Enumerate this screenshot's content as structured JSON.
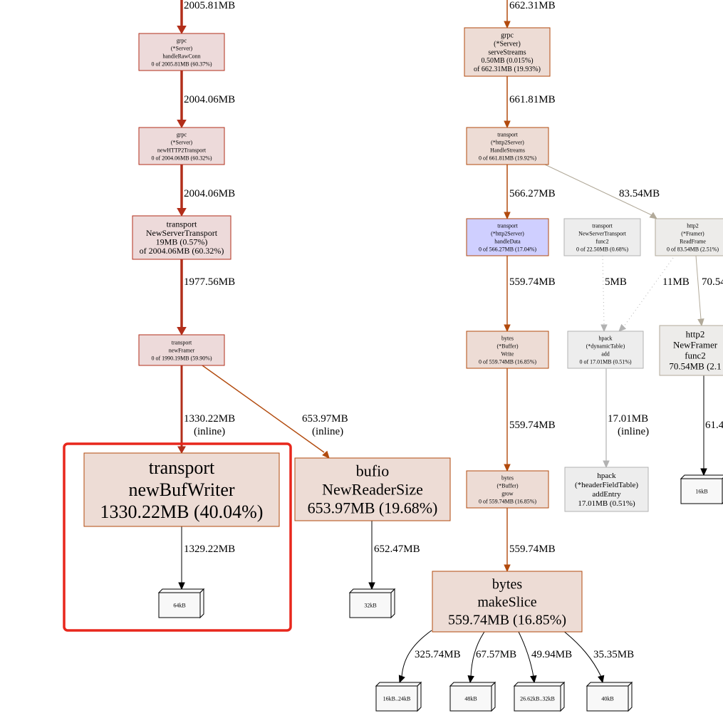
{
  "colors": {
    "hot_edge": "#b22e1a",
    "warm_edge": "#b24a0d",
    "mid_edge": "#b25c1f",
    "cool_edge": "#b2aa9a",
    "cool_dotted": "#b2b2b2",
    "grey_edge": "#b2b2b2",
    "black_edge": "#000000",
    "hot_fill": "#eddada",
    "hot_border": "#b22e1a",
    "warm_fill": "#eddcd5",
    "warm_border": "#b24a0d",
    "blue_fill": "#cfcfff",
    "cool_fill": "#edecea",
    "cool_border": "#b2aa9a",
    "grey_fill": "#ededed",
    "grey_border": "#b2b2b2",
    "highlight": "#e8271c"
  },
  "nodes": [
    {
      "id": "n_handleRawConn",
      "lines": [
        "grpc",
        "(*Server)",
        "handleRawConn",
        "0 of 2005.81MB (60.37%)"
      ]
    },
    {
      "id": "n_newHTTP2Transport",
      "lines": [
        "grpc",
        "(*Server)",
        "newHTTP2Transport",
        "0 of 2004.06MB (60.32%)"
      ]
    },
    {
      "id": "n_NewServerTransport",
      "lines": [
        "transport",
        "NewServerTransport",
        "19MB (0.57%)",
        "of 2004.06MB (60.32%)"
      ]
    },
    {
      "id": "n_newFramer",
      "lines": [
        "transport",
        "newFramer",
        "0 of 1990.19MB (59.90%)"
      ]
    },
    {
      "id": "n_newBufWriter",
      "lines": [
        "transport",
        "newBufWriter",
        "1330.22MB (40.04%)"
      ]
    },
    {
      "id": "n_NewReaderSize",
      "lines": [
        "bufio",
        "NewReaderSize",
        "653.97MB (19.68%)"
      ]
    },
    {
      "id": "n_serveStreams",
      "lines": [
        "grpc",
        "(*Server)",
        "serveStreams",
        "0.50MB (0.015%)",
        "of 662.31MB (19.93%)"
      ]
    },
    {
      "id": "n_HandleStreams",
      "lines": [
        "transport",
        "(*http2Server)",
        "HandleStreams",
        "0 of 661.81MB (19.92%)"
      ]
    },
    {
      "id": "n_handleData",
      "lines": [
        "transport",
        "(*http2Server)",
        "handleData",
        "0 of 566.27MB (17.04%)"
      ]
    },
    {
      "id": "n_func2",
      "lines": [
        "transport",
        "NewServerTransport",
        "func2",
        "0 of 22.50MB (0.68%)"
      ]
    },
    {
      "id": "n_ReadFrame",
      "lines": [
        "http2",
        "(*Framer)",
        "ReadFrame",
        "0 of 83.54MB (2.51%)"
      ]
    },
    {
      "id": "n_BufferWrite",
      "lines": [
        "bytes",
        "(*Buffer)",
        "Write",
        "0 of 559.74MB (16.85%)"
      ]
    },
    {
      "id": "n_dynTableAdd",
      "lines": [
        "hpack",
        "(*dynamicTable)",
        "add",
        "0 of 17.01MB (0.51%)"
      ]
    },
    {
      "id": "n_NewFramerFunc2",
      "lines": [
        "http2",
        "NewFramer",
        "func2",
        "70.54MB (2.1"
      ]
    },
    {
      "id": "n_BufferGrow",
      "lines": [
        "bytes",
        "(*Buffer)",
        "grow",
        "0 of 559.74MB (16.85%)"
      ]
    },
    {
      "id": "n_addEntry",
      "lines": [
        "hpack",
        "(*headerFieldTable)",
        "addEntry",
        "17.01MB (0.51%)"
      ]
    },
    {
      "id": "n_makeSlice",
      "lines": [
        "bytes",
        "makeSlice",
        "559.74MB (16.85%)"
      ]
    }
  ],
  "size_boxes": [
    {
      "id": "s_64kB",
      "label": "64kB"
    },
    {
      "id": "s_32kB",
      "label": "32kB"
    },
    {
      "id": "s_16kB",
      "label": "16kB"
    },
    {
      "id": "s_16kB24kB",
      "label": "16kB..24kB"
    },
    {
      "id": "s_48kB",
      "label": "48kB"
    },
    {
      "id": "s_26kB32kB",
      "label": "26.62kB..32kB"
    },
    {
      "id": "s_40kB",
      "label": "40kB"
    }
  ],
  "edges": [
    {
      "id": "e_in_left",
      "label": [
        "2005.81MB"
      ]
    },
    {
      "id": "e_rawconn_newhttp2",
      "label": [
        "2004.06MB"
      ]
    },
    {
      "id": "e_newhttp2_nst",
      "label": [
        "2004.06MB"
      ]
    },
    {
      "id": "e_nst_framer",
      "label": [
        "1977.56MB"
      ]
    },
    {
      "id": "e_framer_bufwriter",
      "label": [
        "1330.22MB",
        "(inline)"
      ]
    },
    {
      "id": "e_framer_reader",
      "label": [
        "653.97MB",
        "(inline)"
      ]
    },
    {
      "id": "e_bufwriter_64",
      "label": [
        "1329.22MB"
      ]
    },
    {
      "id": "e_reader_32",
      "label": [
        "652.47MB"
      ]
    },
    {
      "id": "e_in_right",
      "label": [
        "662.31MB"
      ]
    },
    {
      "id": "e_serve_handle",
      "label": [
        "661.81MB"
      ]
    },
    {
      "id": "e_handle_data",
      "label": [
        "566.27MB"
      ]
    },
    {
      "id": "e_handle_readframe",
      "label": [
        "83.54MB"
      ]
    },
    {
      "id": "e_data_write",
      "label": [
        "559.74MB"
      ]
    },
    {
      "id": "e_func2_dyn",
      "label": [
        "5MB"
      ]
    },
    {
      "id": "e_readframe_dyn",
      "label": [
        "11MB"
      ]
    },
    {
      "id": "e_readframe_nf2",
      "label": [
        "70.54"
      ]
    },
    {
      "id": "e_write_grow",
      "label": [
        "559.74MB"
      ]
    },
    {
      "id": "e_dyn_addentry",
      "label": [
        "17.01MB",
        "(inline)"
      ]
    },
    {
      "id": "e_nf2_16",
      "label": [
        "61.4"
      ]
    },
    {
      "id": "e_grow_makeslice",
      "label": [
        "559.74MB"
      ]
    },
    {
      "id": "e_ms_16_24",
      "label": [
        "325.74MB"
      ]
    },
    {
      "id": "e_ms_48",
      "label": [
        "67.57MB"
      ]
    },
    {
      "id": "e_ms_26_32",
      "label": [
        "49.94MB"
      ]
    },
    {
      "id": "e_ms_40",
      "label": [
        "35.35MB"
      ]
    }
  ]
}
